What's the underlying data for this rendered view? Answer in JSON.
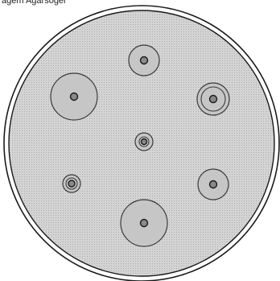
{
  "caption": "agem Agarsoger",
  "colors": {
    "dish_rim": "#1a1a1a",
    "agar_fill": "#d4d4d4",
    "agar_hatch": "#aaaaaa",
    "zone_fill": "#c6c6c6",
    "zone_stroke": "#3a3a3a",
    "disk_fill": "#8a8a8a",
    "disk_stroke": "#1a1a1a"
  },
  "icons": {
    "dish": "petri-dish-icon",
    "zone": "inhibition-zone-icon",
    "disk": "antibiotic-disk-icon"
  },
  "diagram": {
    "zones": [
      {
        "id": "top-center",
        "double_ring": false
      },
      {
        "id": "upper-left",
        "double_ring": false
      },
      {
        "id": "upper-right",
        "double_ring": true
      },
      {
        "id": "center",
        "double_ring": true
      },
      {
        "id": "lower-left",
        "double_ring": true
      },
      {
        "id": "lower-right",
        "double_ring": false
      },
      {
        "id": "bottom-center",
        "double_ring": false
      }
    ]
  }
}
